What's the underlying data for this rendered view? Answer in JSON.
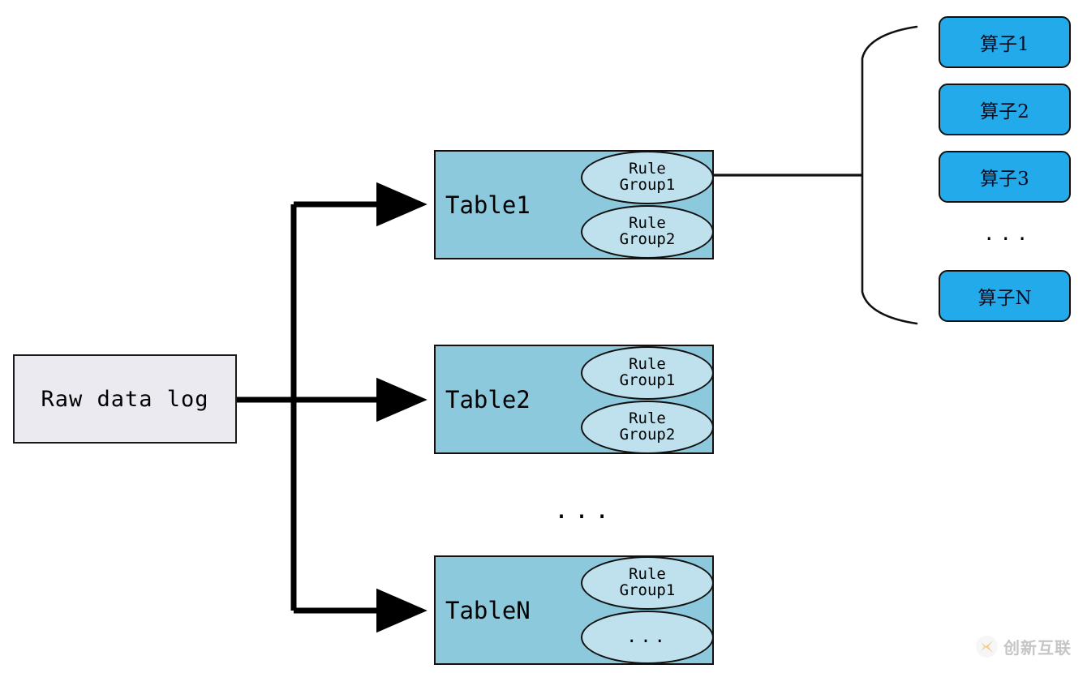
{
  "diagram": {
    "title": "Raw data log routed to tables with rule groups and operators",
    "colors": {
      "table_fill": "#8CC9DC",
      "ellipse_fill": "#BFE1ED",
      "operator_fill": "#22AAEB",
      "source_fill": "#ECEAF1",
      "stroke": "#111111",
      "background": "#FFFFFF"
    }
  },
  "source": {
    "label": "Raw data log"
  },
  "tables": [
    {
      "name": "Table1",
      "rule_groups": [
        {
          "line1": "Rule",
          "line2": "Group1"
        },
        {
          "line1": "Rule",
          "line2": "Group2"
        }
      ]
    },
    {
      "name": "Table2",
      "rule_groups": [
        {
          "line1": "Rule",
          "line2": "Group1"
        },
        {
          "line1": "Rule",
          "line2": "Group2"
        }
      ]
    },
    {
      "name": "TableN",
      "rule_groups": [
        {
          "line1": "Rule",
          "line2": "Group1"
        },
        {
          "line1": "",
          "line2": "..."
        }
      ]
    }
  ],
  "table_ellipsis": "...",
  "operators": {
    "items": [
      {
        "label": "算子1"
      },
      {
        "label": "算子2"
      },
      {
        "label": "算子3"
      },
      {
        "label": "算子N"
      }
    ],
    "ellipsis": "..."
  },
  "watermark": {
    "text": "创新互联"
  }
}
